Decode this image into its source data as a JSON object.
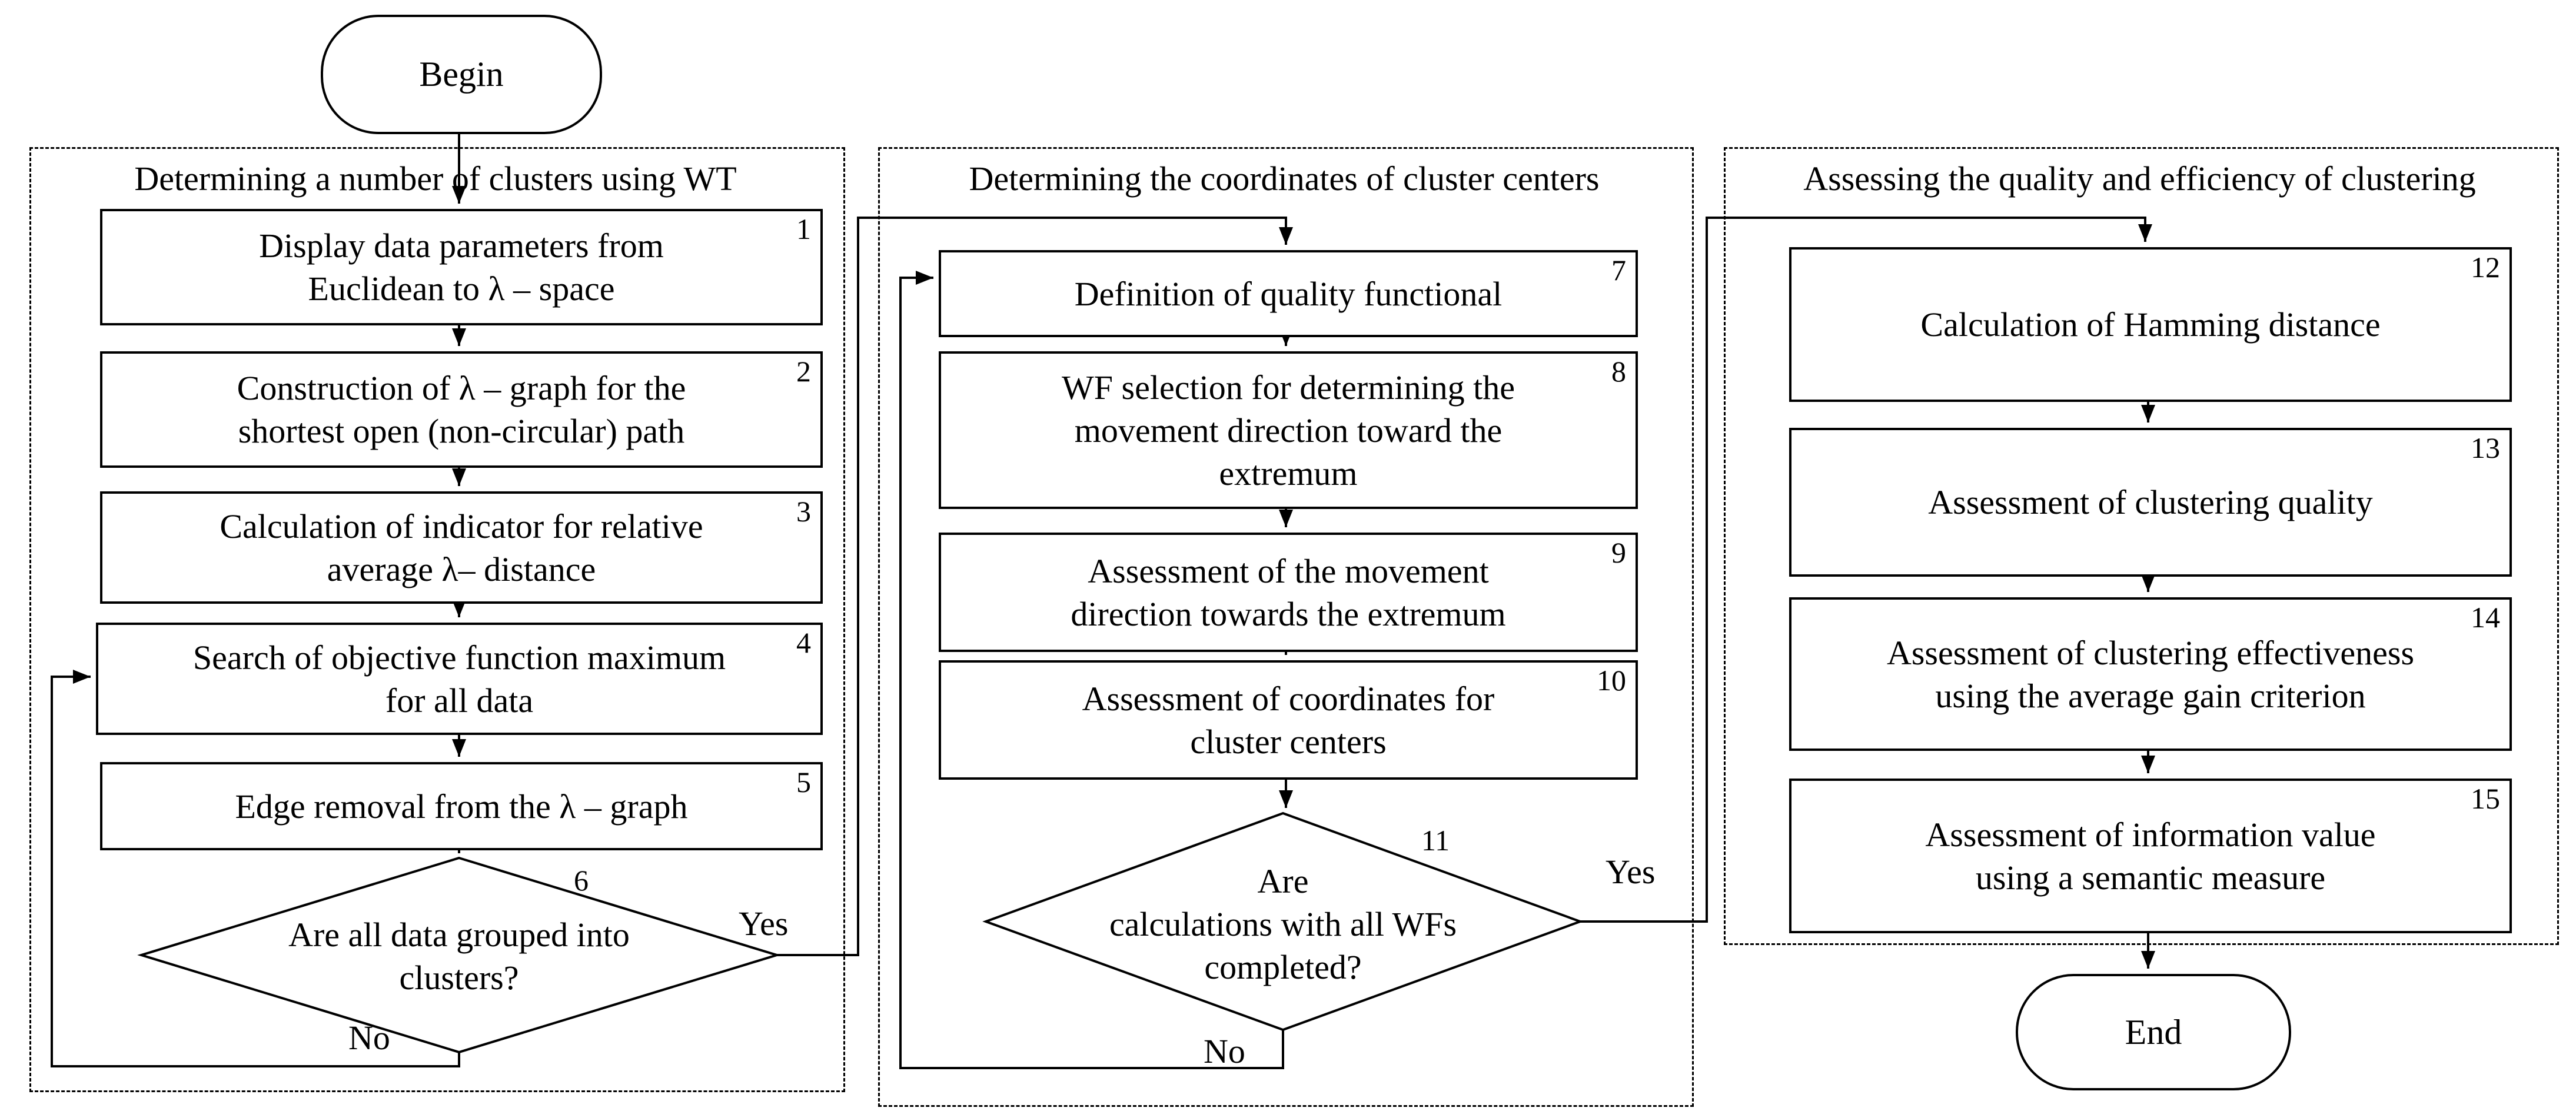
{
  "diagram": {
    "begin_label": "Begin",
    "end_label": "End",
    "sections": [
      {
        "title": "Determining a number of clusters using WT"
      },
      {
        "title": "Determining the coordinates of cluster centers"
      },
      {
        "title": "Assessing the quality and efficiency of clustering"
      }
    ],
    "boxes": [
      {
        "num": "1",
        "text": "Display data parameters from\nEuclidean to λ – space"
      },
      {
        "num": "2",
        "text": "Construction of λ – graph for the\nshortest open (non-circular) path"
      },
      {
        "num": "3",
        "text": "Calculation of indicator for relative\naverage λ– distance"
      },
      {
        "num": "4",
        "text": "Search of objective function maximum\nfor all data"
      },
      {
        "num": "5",
        "text": "Edge removal from the λ – graph"
      },
      {
        "num": "7",
        "text": "Definition of quality functional"
      },
      {
        "num": "8",
        "text": "WF selection for determining the\nmovement direction toward the\nextremum"
      },
      {
        "num": "9",
        "text": "Assessment of the movement\ndirection towards the extremum"
      },
      {
        "num": "10",
        "text": "Assessment of coordinates for\ncluster centers"
      },
      {
        "num": "12",
        "text": "Calculation of Hamming distance"
      },
      {
        "num": "13",
        "text": "Assessment of clustering quality"
      },
      {
        "num": "14",
        "text": "Assessment of clustering effectiveness\nusing the average gain criterion"
      },
      {
        "num": "15",
        "text": "Assessment of information value\nusing a semantic measure"
      }
    ],
    "decisions": [
      {
        "num": "6",
        "text": "Are all data grouped into\nclusters?",
        "yes_label": "Yes",
        "no_label": "No"
      },
      {
        "num": "11",
        "text": "Are\ncalculations with all WFs\ncompleted?",
        "yes_label": "Yes",
        "no_label": "No"
      }
    ]
  }
}
